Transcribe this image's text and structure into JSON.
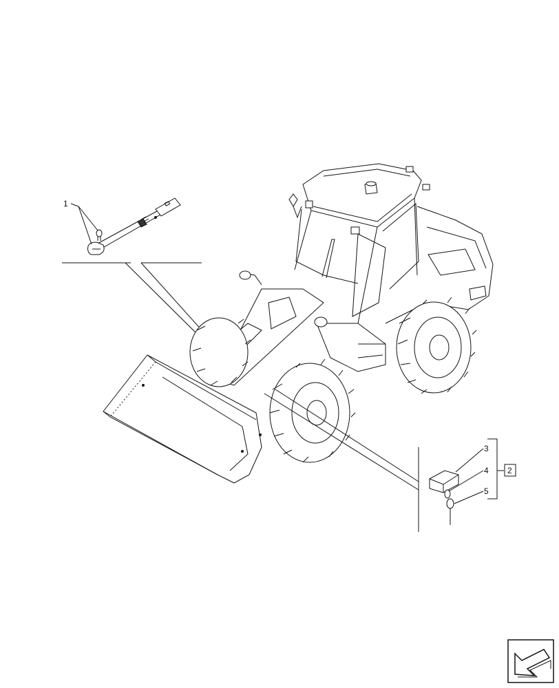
{
  "callouts": {
    "item_1": "1",
    "item_2": "2",
    "item_3": "3",
    "item_4": "4",
    "item_5": "5"
  },
  "icons": {
    "navigation": "arrow-back-icon"
  },
  "colors": {
    "line": "#111111",
    "background": "#ffffff"
  }
}
